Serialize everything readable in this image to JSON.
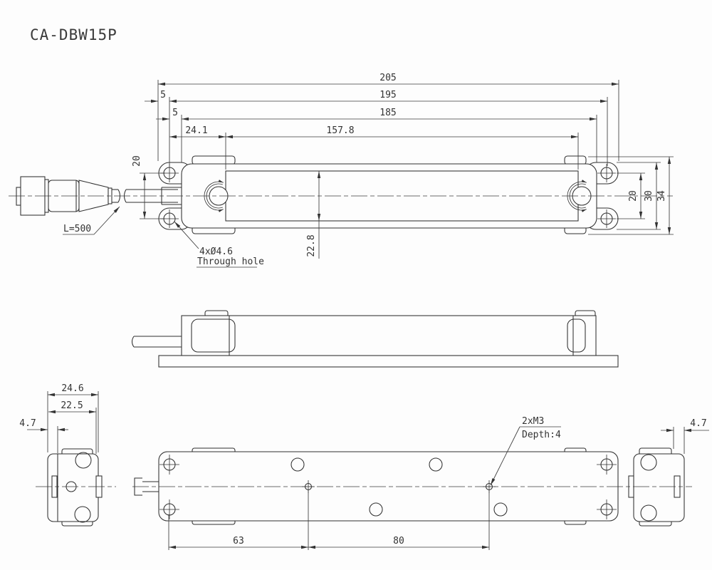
{
  "title": "CA-DBW15P",
  "colors": {
    "line": "#2f2f2f",
    "dim": "#3a3a3a",
    "background": "#fdfdfd"
  },
  "front_view": {
    "dim_overall": "205",
    "dim_mount_pitch": "195",
    "dim_body": "185",
    "dim_offset_left": "24.1",
    "dim_window": "157.8",
    "dim_end_gap_1": "5",
    "dim_end_gap_2": "5",
    "dim_hole_pitch_left": "20",
    "dim_window_height": "22.8",
    "dim_hole_pitch_right": "20",
    "dim_ear_height": "30",
    "dim_overall_height": "34",
    "cable_length_label": "L=500",
    "mount_hole_note_line1": "4xØ4.6",
    "mount_hole_note_line2": "Through hole"
  },
  "bottom_view": {
    "dim_end_width": "24.6",
    "dim_end_inner": "22.5",
    "dim_side_offset_left": "4.7",
    "dim_side_offset_right": "4.7",
    "dim_tap_pitch_1": "63",
    "dim_tap_pitch_2": "80",
    "tap_note_line1": "2xM3",
    "tap_note_line2": "Depth:4"
  }
}
